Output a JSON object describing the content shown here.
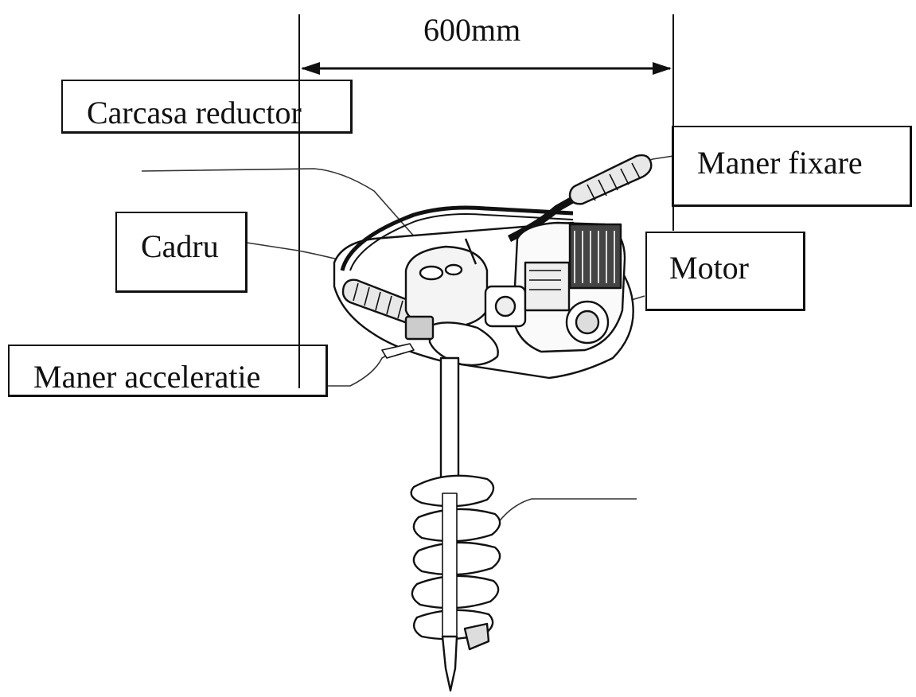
{
  "dimension": {
    "label": "600mm"
  },
  "labels": {
    "gearbox_housing": "Carcasa reductor",
    "frame": "Cadru",
    "throttle_handle": "Maner acceleratie",
    "fixing_handle": "Maner fixare",
    "motor": "Motor"
  },
  "colors": {
    "ink": "#111111",
    "background": "#ffffff",
    "shade": "#cfcfcf"
  }
}
